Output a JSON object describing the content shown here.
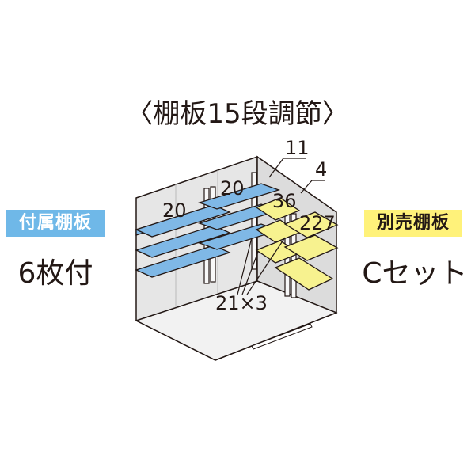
{
  "title": "〈棚板15段調節〉",
  "left": {
    "badge": "付属棚板",
    "caption": "6枚付",
    "badge_color": "#6fb8e8"
  },
  "right": {
    "badge": "別売棚板",
    "caption": "Cセット",
    "badge_color": "#fff27a"
  },
  "diagram": {
    "labels": {
      "shelf_left": "20",
      "shelf_middle": "20",
      "callout_top": "11",
      "callout_side": "4",
      "corner_shelf": "36",
      "side_shelf": "227",
      "posts": "21×3"
    },
    "colors": {
      "included_shelf": "#7fb8e6",
      "optional_shelf": "#f7f28f",
      "wall": "#e5e5e5",
      "floor": "#efefef"
    }
  }
}
